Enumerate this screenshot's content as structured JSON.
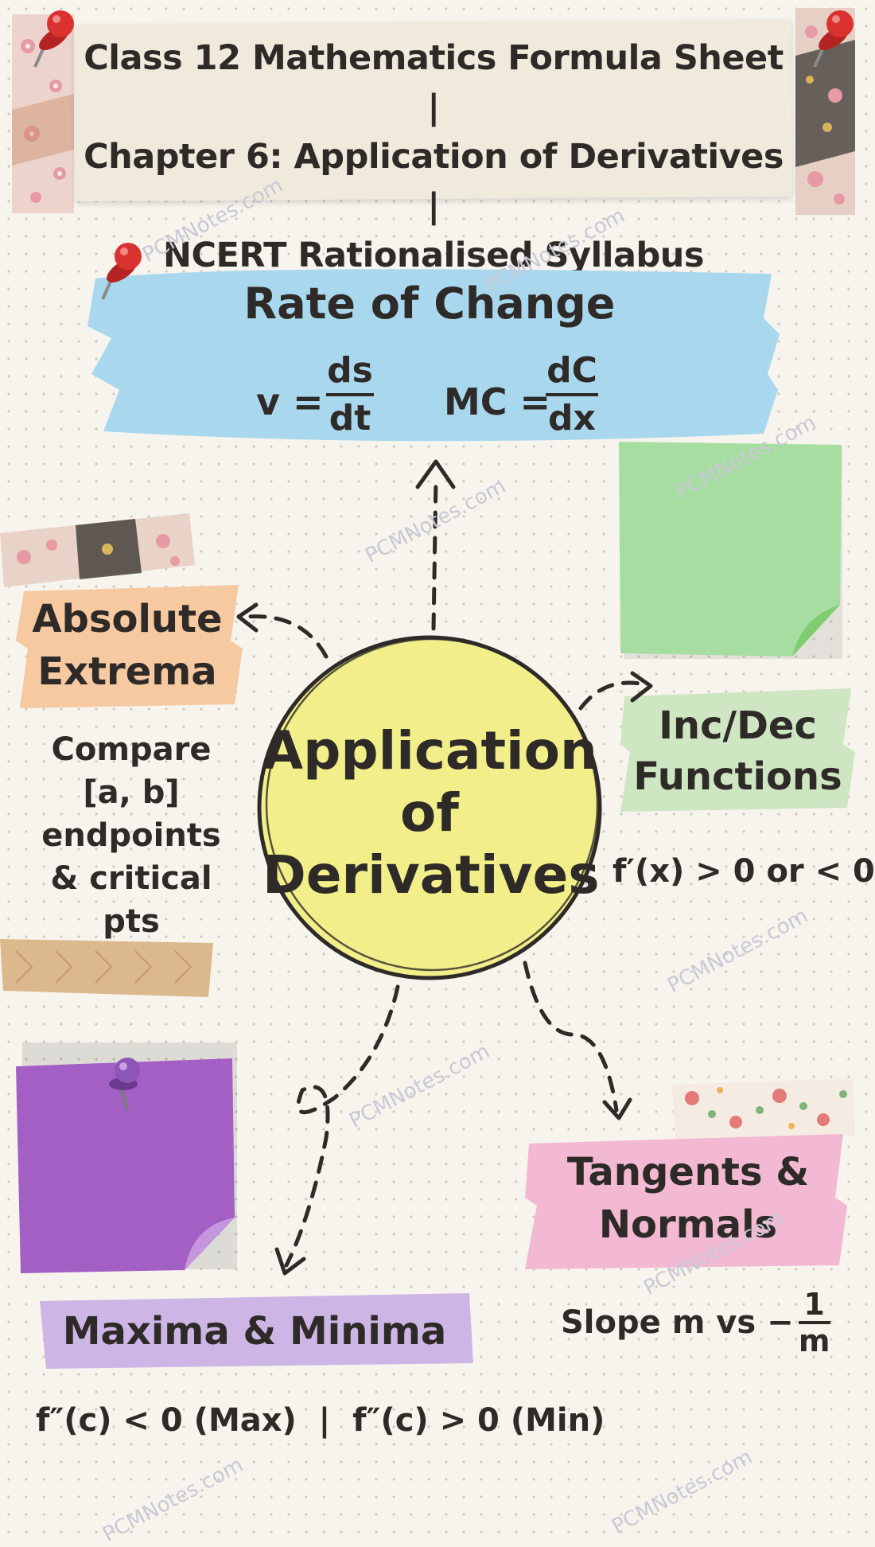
{
  "header": {
    "line1": "Class 12 Mathematics Formula Sheet |",
    "line2": "Chapter 6: Application of Derivatives |",
    "line3": "NCERT Rationalised Syllabus"
  },
  "center": {
    "line1": "Application",
    "line2": "of",
    "line3": "Derivatives"
  },
  "rate_of_change": {
    "title": "Rate of Change",
    "v_label": "v =",
    "v_num": "ds",
    "v_den": "dt",
    "mc_label": "MC =",
    "mc_num": "dC",
    "mc_den": "dx"
  },
  "absolute_extrema": {
    "title_line1": "Absolute",
    "title_line2": "Extrema",
    "desc_line1": "Compare",
    "desc_line2": "[a, b]",
    "desc_line3": "endpoints",
    "desc_line4": "& critical pts"
  },
  "inc_dec": {
    "title_line1": "Inc/Dec",
    "title_line2": "Functions",
    "desc": "f′(x) > 0 or < 0"
  },
  "tangents": {
    "title_line1": "Tangents &",
    "title_line2": "Normals",
    "desc_prefix": "Slope m vs −",
    "frac_num": "1",
    "frac_den": "m"
  },
  "maxima": {
    "title": "Maxima & Minima",
    "desc": "f″(c) < 0 (Max)  |  f″(c) > 0 (Min)"
  },
  "watermark": "PCMNotes.com",
  "colors": {
    "blue_band": "#a9d8ee",
    "orange_band": "#f6c9a0",
    "green_band": "#cfe6c2",
    "pink_band": "#f3b8d2",
    "purple_band": "#cdb6e6",
    "circle_fill": "#f2ef8a",
    "green_note": "#a6dea1",
    "purple_note": "#a35fc4",
    "pin_red": "#d9322f"
  }
}
